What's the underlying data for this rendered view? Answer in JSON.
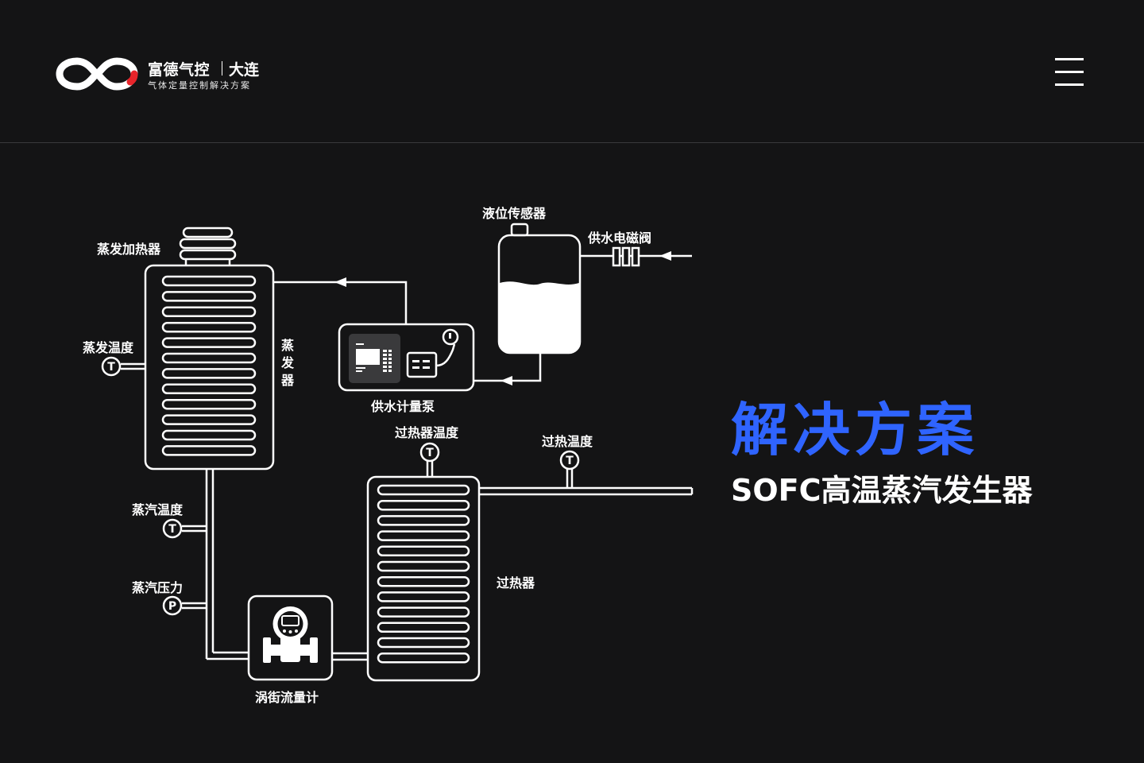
{
  "brand": {
    "name": "富德气控",
    "city": "大连",
    "tagline": "气体定量控制解决方案",
    "accent_color": "#e8242a"
  },
  "menu": {
    "icon": "hamburger-menu-icon"
  },
  "diagram": {
    "labels": {
      "evaporation_heater": "蒸发加热器",
      "evaporation_temp": "蒸发温度",
      "evaporator": "蒸发器",
      "steam_temp": "蒸汽温度",
      "steam_pressure": "蒸汽压力",
      "vortex_flowmeter": "涡街流量计",
      "water_metering_pump": "供水计量泵",
      "level_sensor": "液位传感器",
      "water_solenoid_valve": "供水电磁阀",
      "superheater_temp": "过热器温度",
      "superheat_temp": "过热温度",
      "superheater": "过热器"
    },
    "sensor_symbols": {
      "temperature": "T",
      "pressure": "P"
    }
  },
  "section": {
    "title": "解决方案",
    "subtitle": "SOFC高温蒸汽发生器",
    "title_color": "#2f64ff"
  }
}
